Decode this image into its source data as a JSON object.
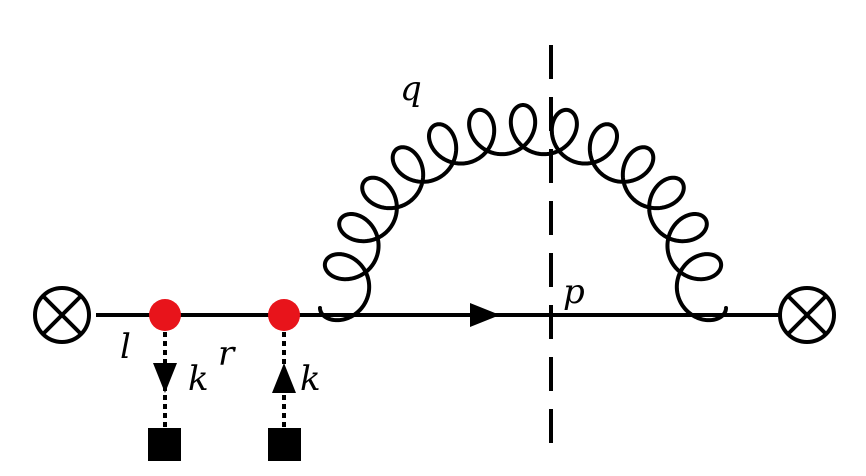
{
  "labels": {
    "gluon": "q",
    "quark": "p",
    "left_propagator": "l",
    "middle_propagator": "r",
    "insertion_1": "k",
    "insertion_2": "k"
  },
  "icons": {
    "vertex": "circle-cross-icon",
    "insertion": "red-dot-icon",
    "source": "black-square-icon"
  },
  "colors": {
    "line": "#000000",
    "insertion": "#e8141b",
    "background": "#ffffff"
  }
}
